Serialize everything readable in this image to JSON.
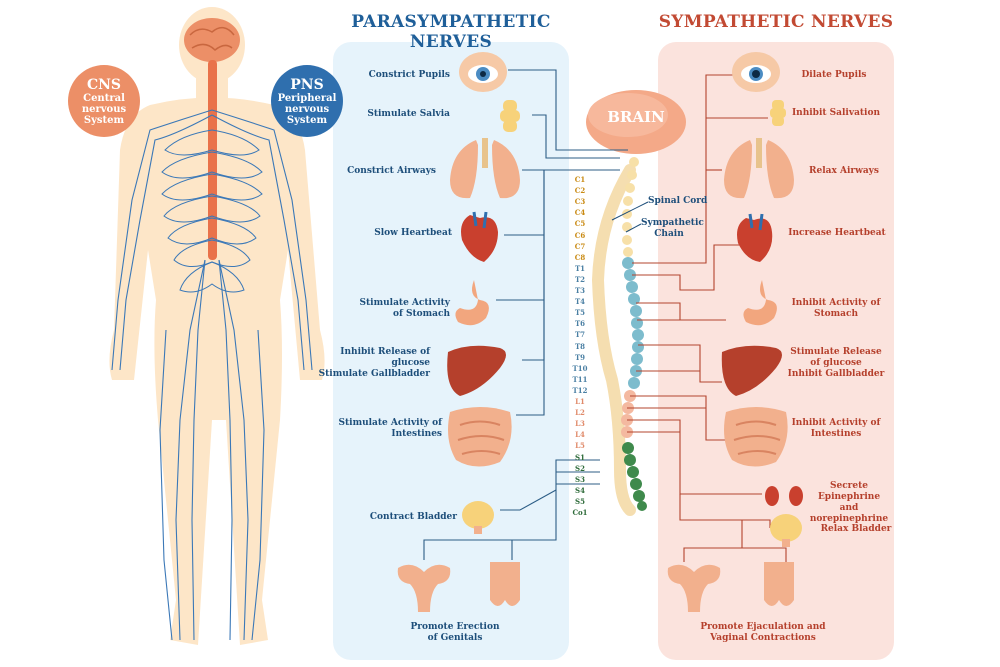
{
  "headers": {
    "parasympathetic": "PARASYMPATHETIC NERVES",
    "sympathetic": "SYMPATHETIC NERVES"
  },
  "badges": {
    "cns": {
      "abbr": "CNS",
      "line1": "Central",
      "line2": "nervous",
      "line3": "System",
      "color": "#ec8f67"
    },
    "pns": {
      "abbr": "PNS",
      "line1": "Peripheral",
      "line2": "nervous",
      "line3": "System",
      "color": "#2f6fae"
    }
  },
  "center": {
    "brain": "BRAIN",
    "spinal_cord": "Spinal Cord",
    "sympathetic_chain_1": "Sympathetic",
    "sympathetic_chain_2": "Chain"
  },
  "segments": {
    "cervical": [
      "C1",
      "C2",
      "C3",
      "C4",
      "C5",
      "C6",
      "C7",
      "C8"
    ],
    "thoracic": [
      "T1",
      "T2",
      "T3",
      "T4",
      "T5",
      "T6",
      "T7",
      "T8",
      "T9",
      "T10",
      "T11",
      "T12"
    ],
    "lumbar": [
      "L1",
      "L2",
      "L3",
      "L4",
      "L5"
    ],
    "sacral": [
      "S1",
      "S2",
      "S3",
      "S4",
      "S5",
      "Co1"
    ]
  },
  "parasympathetic": [
    {
      "l1": "Constrict Pupils",
      "l2": "",
      "l3": "",
      "icon": "eye-icon"
    },
    {
      "l1": "Stimulate Salvia",
      "l2": "",
      "l3": "",
      "icon": "salivary-gland-icon"
    },
    {
      "l1": "Constrict Airways",
      "l2": "",
      "l3": "",
      "icon": "lungs-icon"
    },
    {
      "l1": "Slow Heartbeat",
      "l2": "",
      "l3": "",
      "icon": "heart-icon"
    },
    {
      "l1": "Stimulate Activity",
      "l2": "of Stomach",
      "l3": "",
      "icon": "stomach-icon"
    },
    {
      "l1": "Inhibit Release of",
      "l2": "glucose",
      "l3": "Stimulate Gallbladder",
      "icon": "liver-icon"
    },
    {
      "l1": "Stimulate Activity of",
      "l2": "Intestines",
      "l3": "",
      "icon": "intestines-icon"
    },
    {
      "l1": "Contract Bladder",
      "l2": "",
      "l3": "",
      "icon": "bladder-icon"
    },
    {
      "l1": "Promote Erection",
      "l2": "of Genitals",
      "l3": "",
      "icon": "genitals-icon"
    }
  ],
  "sympathetic": [
    {
      "l1": "Dilate Pupils",
      "l2": "",
      "l3": "",
      "icon": "eye-icon"
    },
    {
      "l1": "Inhibit Salivation",
      "l2": "",
      "l3": "",
      "icon": "salivary-gland-icon"
    },
    {
      "l1": "Relax Airways",
      "l2": "",
      "l3": "",
      "icon": "lungs-icon"
    },
    {
      "l1": "Increase Heartbeat",
      "l2": "",
      "l3": "",
      "icon": "heart-icon"
    },
    {
      "l1": "Inhibit Activity of",
      "l2": "Stomach",
      "l3": "",
      "icon": "stomach-icon"
    },
    {
      "l1": "Stimulate Release",
      "l2": "of glucose",
      "l3": "Inhibit Gallbladder",
      "icon": "liver-icon"
    },
    {
      "l1": "Inhibit Activity of",
      "l2": "Intestines",
      "l3": "",
      "icon": "intestines-icon"
    },
    {
      "l1": "Secrete",
      "l2": "Epinephrine and",
      "l3": "norepinephrine",
      "icon": "adrenal-kidney-icon"
    },
    {
      "l1": "Relax Bladder",
      "l2": "",
      "l3": "",
      "icon": "bladder-icon"
    },
    {
      "l1": "Promote Ejaculation and",
      "l2": "Vaginal Contractions",
      "l3": "",
      "icon": "genitals-icon"
    }
  ],
  "colors": {
    "para_panel": "#e6f3fb",
    "symp_panel": "#fbe3dd",
    "para_text": "#1d4e7a",
    "symp_text": "#b5402c",
    "para_line": "#2c5d86",
    "symp_line": "#b3442e",
    "body_skin": "#fde6c8",
    "nerve": "#3b78b7",
    "spine": "#f5deb0"
  }
}
